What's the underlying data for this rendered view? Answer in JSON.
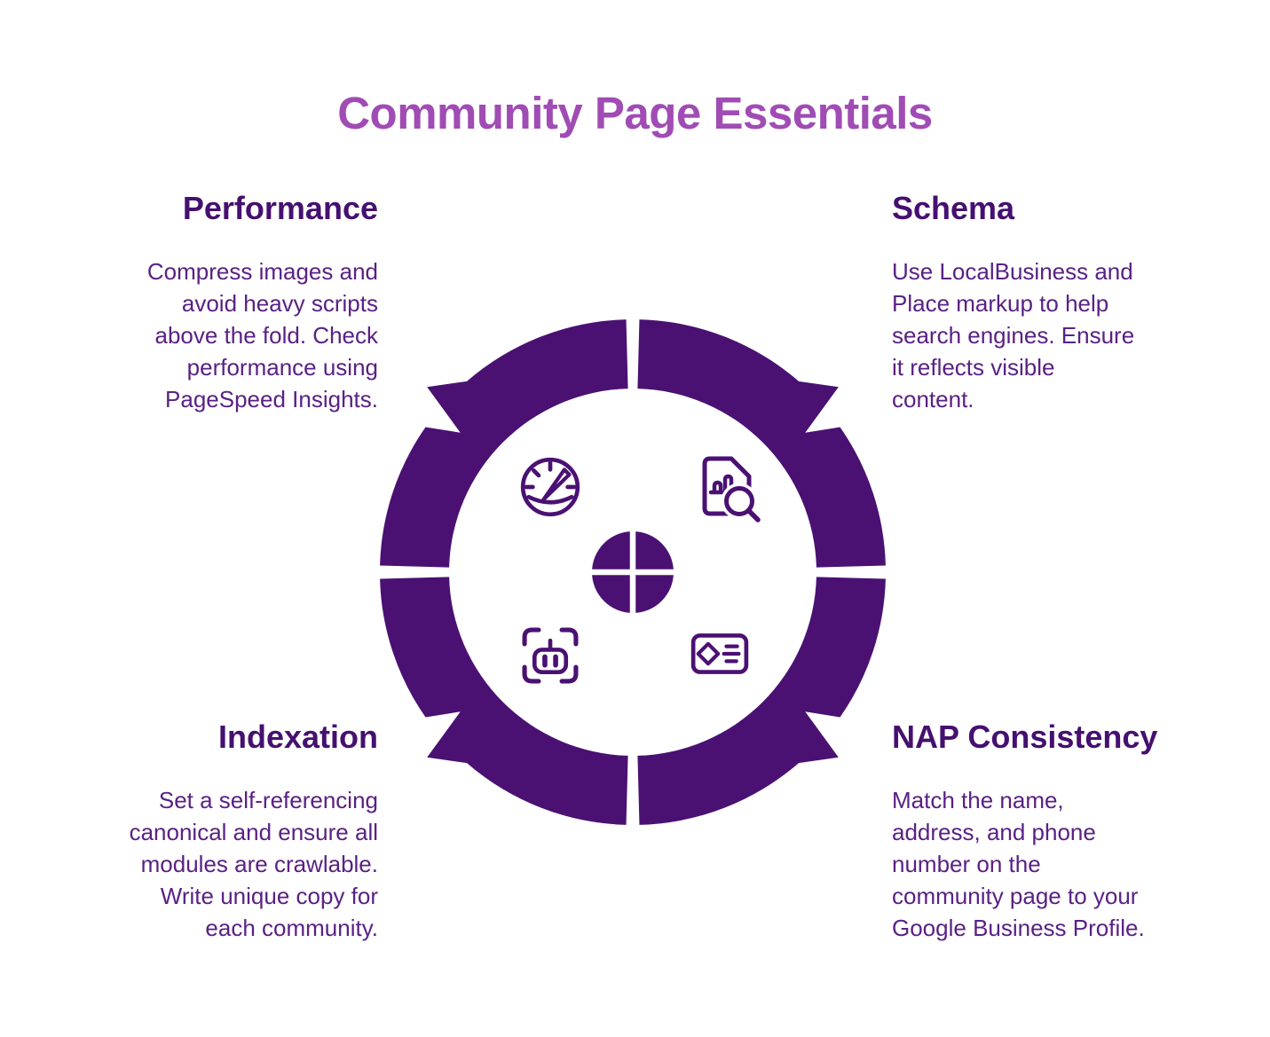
{
  "title": "Community Page Essentials",
  "colors": {
    "ring": "#4a1173",
    "title": "#a04cb4",
    "heading": "#45106f",
    "body": "#5a2184",
    "background": "#ffffff"
  },
  "diagram": {
    "type": "segmented-cycle",
    "segments": 4,
    "center_symbol": "circle-with-cross",
    "icons": [
      "speedometer-icon",
      "document-analytics-search-icon",
      "robot-viewfinder-icon",
      "contact-card-icon"
    ]
  },
  "sections": [
    {
      "id": "performance",
      "label": "Performance",
      "description": "Compress images and\navoid heavy scripts\nabove the fold. Check\nperformance using\nPageSpeed Insights.",
      "icon": "speedometer-icon",
      "position": "top-left"
    },
    {
      "id": "schema",
      "label": "Schema",
      "description": "Use LocalBusiness and\nPlace markup to help\nsearch engines. Ensure\nit reflects visible\ncontent.",
      "icon": "document-analytics-search-icon",
      "position": "top-right"
    },
    {
      "id": "indexation",
      "label": "Indexation",
      "description": "Set a self-referencing\ncanonical and ensure all\nmodules are crawlable.\nWrite unique copy for\neach community.",
      "icon": "robot-viewfinder-icon",
      "position": "bottom-left"
    },
    {
      "id": "nap_consistency",
      "label": "NAP Consistency",
      "description": "Match the name,\naddress, and phone\nnumber on the\ncommunity page to your\nGoogle Business Profile.",
      "icon": "contact-card-icon",
      "position": "bottom-right"
    }
  ]
}
